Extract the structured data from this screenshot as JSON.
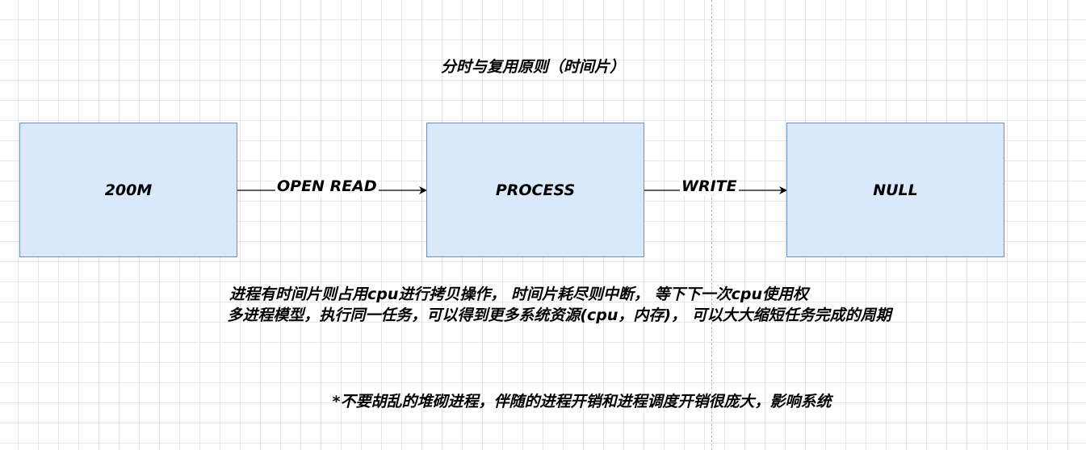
{
  "diagram": {
    "title": "分时与复用原则（时间片）",
    "nodes": [
      {
        "id": "source",
        "label": "200M"
      },
      {
        "id": "process",
        "label": "PROCESS"
      },
      {
        "id": "sink",
        "label": "NULL"
      }
    ],
    "edges": [
      {
        "from": "source",
        "to": "process",
        "label": "OPEN READ"
      },
      {
        "from": "process",
        "to": "sink",
        "label": "WRITE"
      }
    ],
    "notes": [
      "进程有时间片则占用cpu进行拷贝操作，  时间片耗尽则中断，  等下下一次cpu使用权",
      "多进程模型，执行同一任务，可以得到更多系统资源(cpu，内存)，  可以大大缩短任务完成的周期",
      "*不要胡乱的堆砌进程，伴随的进程开销和进程调度开销很庞大，影响系统"
    ]
  },
  "colors": {
    "node_fill": "#dae8fc",
    "node_stroke": "#6c8ebf",
    "edge": "#000000",
    "grid": "#e6e6e6"
  }
}
